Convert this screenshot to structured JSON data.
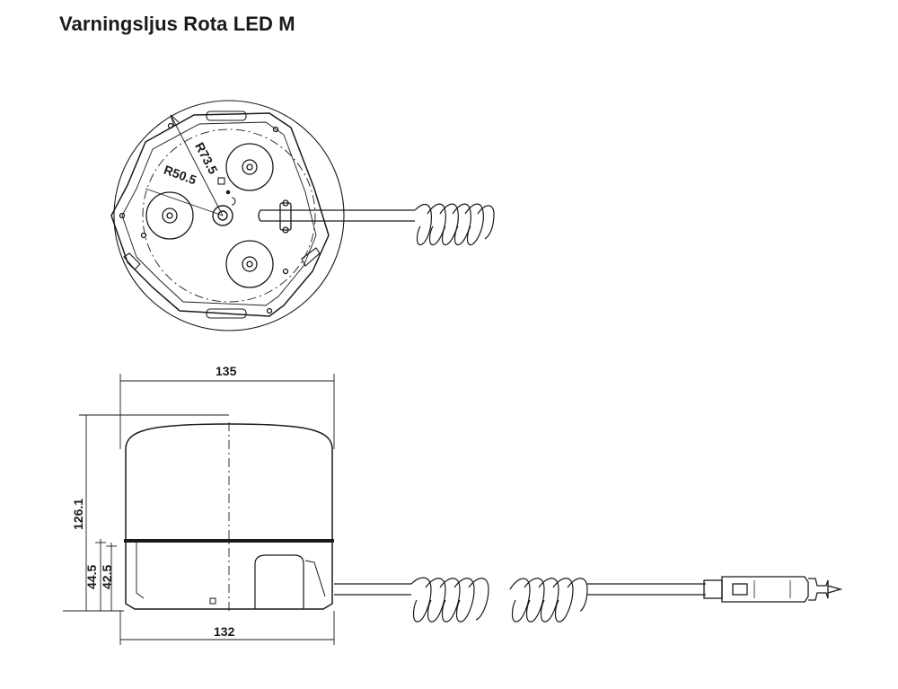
{
  "title": "Varningsljus Rota LED M",
  "top_view": {
    "radius_outer_label": "R73.5",
    "radius_inner_label": "R50.5"
  },
  "side_view": {
    "width_top_label": "135",
    "width_base_label": "132",
    "height_total_label": "126.1",
    "height_base_a_label": "44.5",
    "height_base_b_label": "42.5"
  },
  "colors": {
    "line": "#1a1a1a",
    "background": "#ffffff"
  }
}
